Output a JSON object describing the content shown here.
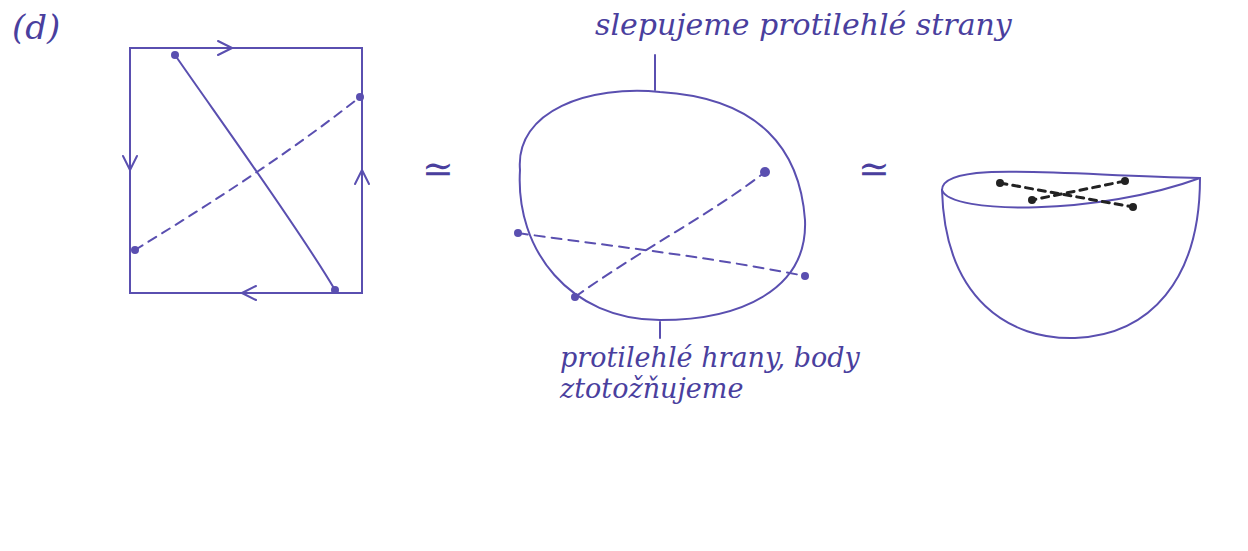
{
  "diagram": {
    "labels": [
      "(d)",
      "slepujeme protilehlé strany",
      "≃",
      "≃",
      "protilehlé hrany, body ztotožňujeme"
    ]
  }
}
